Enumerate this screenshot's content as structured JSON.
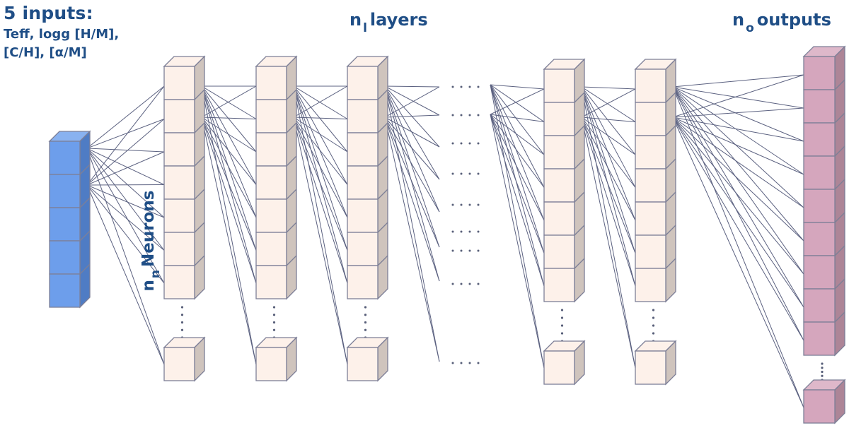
{
  "labels": {
    "inputs_title": "5 inputs:",
    "inputs_line1": "Teff, logg [H/M],",
    "inputs_line2": "[C/H], [α/M]",
    "layers_var": "n",
    "layers_sub": "l",
    "layers_text": "layers",
    "outputs_var": "n",
    "outputs_sub": "o",
    "outputs_text": "outputs",
    "neurons_var": "n",
    "neurons_sub": "n",
    "neurons_text": "Neurons"
  },
  "colors": {
    "text": "#1f4e86",
    "input_front": "#6d9eeb",
    "input_top": "#89b2f0",
    "input_side": "#4f7cc4",
    "hidden_front": "#fdf1ea",
    "hidden_top": "#fdf1ea",
    "hidden_side": "#cfc4bd",
    "output_front": "#d5a6bd",
    "output_top": "#deb8ca",
    "output_side": "#ad8597",
    "edge": "#7d7f97",
    "connection": "#5b6180",
    "ellipsis": "#585f79"
  },
  "network": {
    "input_layer": {
      "name": "inputs",
      "visible_neurons": 5,
      "truncated": false
    },
    "hidden_layers": [
      {
        "name": "hidden-layer-1",
        "visible_neurons": 7,
        "truncated": true
      },
      {
        "name": "hidden-layer-2",
        "visible_neurons": 7,
        "truncated": true
      },
      {
        "name": "hidden-layer-3",
        "visible_neurons": 7,
        "truncated": true
      },
      {
        "name": "hidden-layer-4",
        "visible_neurons": 7,
        "truncated": true
      },
      {
        "name": "hidden-layer-5",
        "visible_neurons": 7,
        "truncated": true
      }
    ],
    "output_layer": {
      "name": "outputs",
      "visible_neurons": 9,
      "truncated": true
    },
    "layer_gap_ellipsis": "...."
  }
}
